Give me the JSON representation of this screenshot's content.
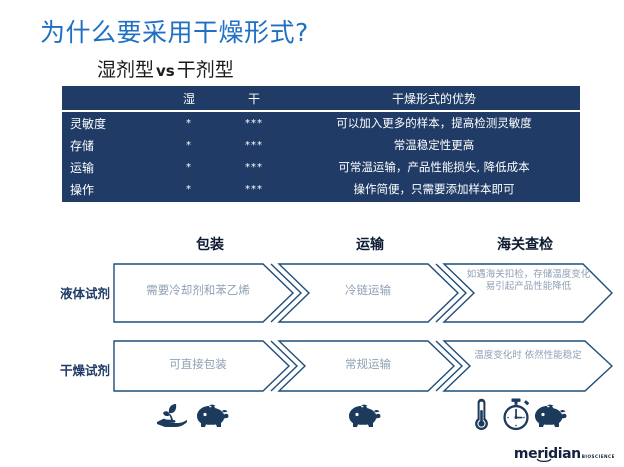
{
  "slide": {
    "title": "为什么要采用干燥形式?",
    "subtitle_left": "湿剂型",
    "subtitle_vs": "vs",
    "subtitle_right": "干剂型",
    "title_color": "#1F6FC4",
    "table_bg_color": "#1F3B66",
    "accent_color": "#14223F"
  },
  "table": {
    "headers": [
      "",
      "湿",
      "干",
      "干燥形式的优势"
    ],
    "rows": [
      {
        "label": "灵敏度",
        "wet": "*",
        "dry": "***",
        "advantage": "可以加入更多的样本，提高检测灵敏度"
      },
      {
        "label": "存储",
        "wet": "*",
        "dry": "***",
        "advantage": "常温稳定性更高"
      },
      {
        "label": "运输",
        "wet": "*",
        "dry": "***",
        "advantage": "可常温运输，产品性能损失, 降低成本"
      },
      {
        "label": "操作",
        "wet": "*",
        "dry": "***",
        "advantage": "操作简便，只需要添加样本即可"
      }
    ]
  },
  "flow": {
    "stage_headers": [
      "包装",
      "运输",
      "海关查检"
    ],
    "row_labels": [
      "液体试剂",
      "干燥试剂"
    ],
    "rows": [
      {
        "label": "液体试剂",
        "steps": [
          "需要冷却剂和苯乙烯",
          "冷链运输",
          "如遇海关扣检，存储温度变化易引起产品性能降低"
        ]
      },
      {
        "label": "干燥试剂",
        "steps": [
          "可直接包装",
          "常规运输",
          "温度变化时 依然性能稳定"
        ]
      }
    ]
  },
  "icons": [
    {
      "name": "hand-plant-icon",
      "group": "packaging"
    },
    {
      "name": "piggy-bank-icon",
      "group": "packaging"
    },
    {
      "name": "piggy-bank-icon",
      "group": "transport"
    },
    {
      "name": "thermometer-icon",
      "group": "customs"
    },
    {
      "name": "stopwatch-icon",
      "group": "customs"
    },
    {
      "name": "piggy-bank-icon",
      "group": "customs"
    }
  ],
  "logo": {
    "word": "meridian",
    "sub": "BIOSCIENCE"
  }
}
